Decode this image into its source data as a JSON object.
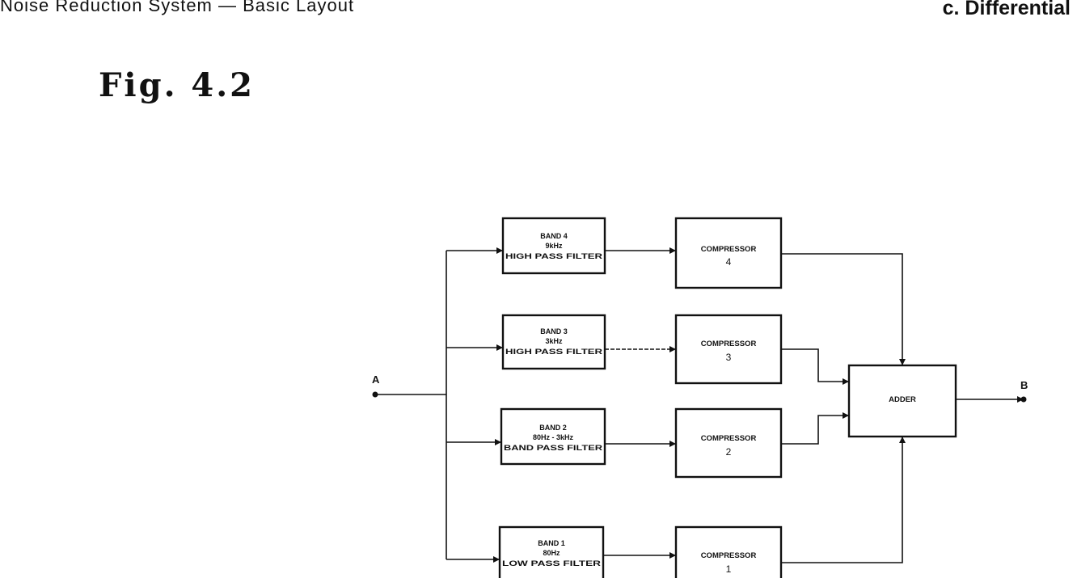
{
  "header": {
    "left_text": "Noise  Reduction System — Basic Layout",
    "right_text": "c. Differential"
  },
  "figure": {
    "label": "Fig. 4.2"
  },
  "diagram": {
    "input_label": "A",
    "output_label": "B",
    "filters": [
      {
        "line1": "BAND 4",
        "line2": "9kHz",
        "line3": "HIGH PASS FILTER"
      },
      {
        "line1": "BAND 3",
        "line2": "3kHz",
        "line3": "HIGH PASS FILTER"
      },
      {
        "line1": "BAND 2",
        "line2": "80Hz - 3kHz",
        "line3": "BAND PASS FILTER"
      },
      {
        "line1": "BAND 1",
        "line2": "80Hz",
        "line3": "LOW PASS FILTER"
      }
    ],
    "compressors": [
      {
        "label": "COMPRESSOR",
        "number": "4"
      },
      {
        "label": "COMPRESSOR",
        "number": "3"
      },
      {
        "label": "COMPRESSOR",
        "number": "2"
      },
      {
        "label": "COMPRESSOR",
        "number": "1"
      }
    ],
    "adder": {
      "label": "ADDER"
    }
  }
}
